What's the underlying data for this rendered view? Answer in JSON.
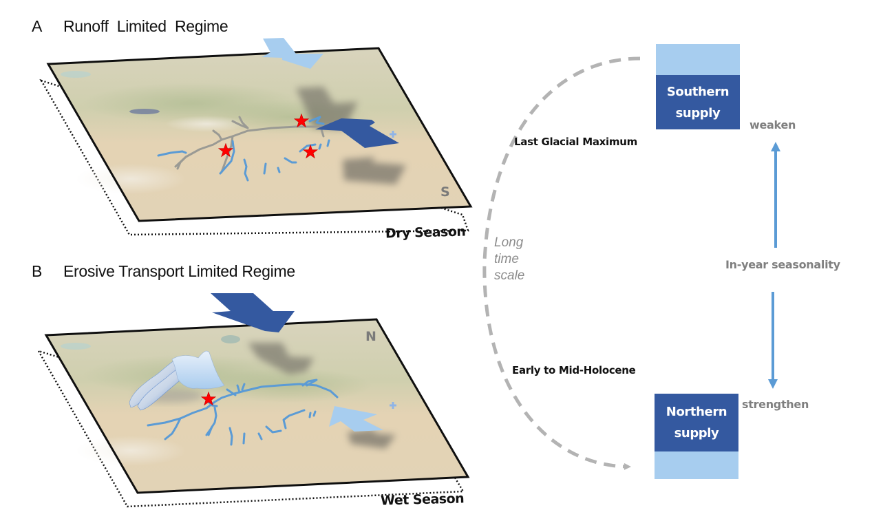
{
  "panel_a": {
    "letter": "A",
    "title": "Runoff  Limited  Regime",
    "season": "Dry Season",
    "compass": "S",
    "site_count": 3
  },
  "panel_b": {
    "letter": "B",
    "title": "Erosive Transport Limited Regime",
    "season": "Wet Season",
    "compass": "N",
    "site_count": 1
  },
  "timeline": {
    "long_time_scale": [
      "Long",
      "time",
      "scale"
    ],
    "upper_period": "Last Glacial Maximum",
    "lower_period": "Early to Mid-Holocene"
  },
  "supply": {
    "southern": [
      "Southern",
      "supply"
    ],
    "northern": [
      "Northern",
      "supply"
    ],
    "weaken": "weaken",
    "strengthen": "strengthen",
    "seasonality": "In-year seasonality"
  },
  "colors": {
    "dark_blue": "#3459a0",
    "light_blue": "#a7cdef",
    "river_blue": "#5b9bd5",
    "river_gray": "#9a9a94",
    "arc_gray": "#b3b3b3",
    "star_red": "#ff0000",
    "map_sand": "#e6d6b8"
  }
}
